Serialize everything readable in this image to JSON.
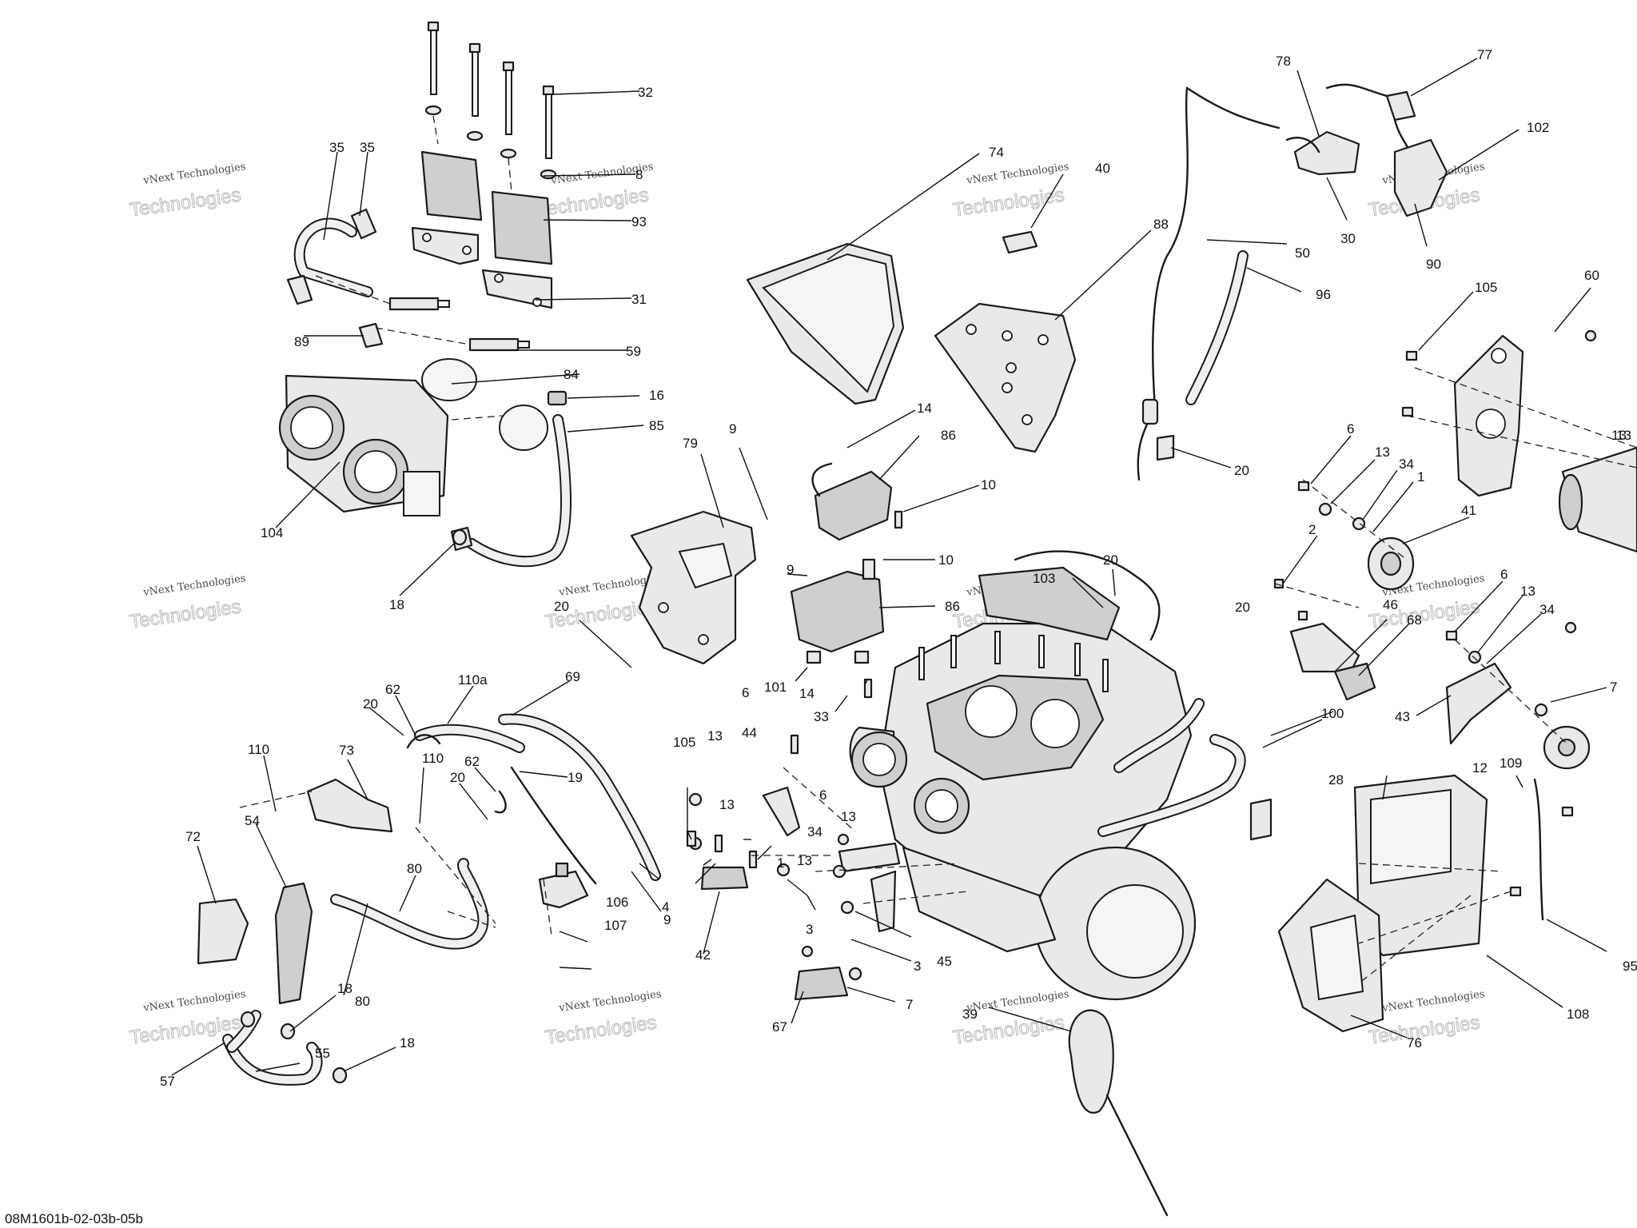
{
  "document_id": "08M1601b-02-03b-05b",
  "watermark": {
    "line1": "vNext Technologies",
    "line2": "Technologies"
  },
  "callouts": [
    {
      "id": "c32",
      "label": "32"
    },
    {
      "id": "c8",
      "label": "8"
    },
    {
      "id": "c93",
      "label": "93"
    },
    {
      "id": "c31",
      "label": "31"
    },
    {
      "id": "c35a",
      "label": "35"
    },
    {
      "id": "c35b",
      "label": "35"
    },
    {
      "id": "c89",
      "label": "89"
    },
    {
      "id": "c59",
      "label": "59"
    },
    {
      "id": "c84",
      "label": "84"
    },
    {
      "id": "c16",
      "label": "16"
    },
    {
      "id": "c85",
      "label": "85"
    },
    {
      "id": "c104",
      "label": "104"
    },
    {
      "id": "c18a",
      "label": "18"
    },
    {
      "id": "c74",
      "label": "74"
    },
    {
      "id": "c40",
      "label": "40"
    },
    {
      "id": "c88",
      "label": "88"
    },
    {
      "id": "c14a",
      "label": "14"
    },
    {
      "id": "c86a",
      "label": "86"
    },
    {
      "id": "c10a",
      "label": "10"
    },
    {
      "id": "c10b",
      "label": "10"
    },
    {
      "id": "c86b",
      "label": "86"
    },
    {
      "id": "c79",
      "label": "79"
    },
    {
      "id": "c9a",
      "label": "9"
    },
    {
      "id": "c9b",
      "label": "9"
    },
    {
      "id": "c20a",
      "label": "20"
    },
    {
      "id": "c101",
      "label": "101"
    },
    {
      "id": "c14b",
      "label": "14"
    },
    {
      "id": "c33",
      "label": "33"
    },
    {
      "id": "c78",
      "label": "78"
    },
    {
      "id": "c77",
      "label": "77"
    },
    {
      "id": "c102",
      "label": "102"
    },
    {
      "id": "c30",
      "label": "30"
    },
    {
      "id": "c90",
      "label": "90"
    },
    {
      "id": "c50",
      "label": "50"
    },
    {
      "id": "c96",
      "label": "96"
    },
    {
      "id": "c20b",
      "label": "20"
    },
    {
      "id": "c105a",
      "label": "105"
    },
    {
      "id": "c60",
      "label": "60"
    },
    {
      "id": "c13a",
      "label": "13"
    },
    {
      "id": "c6a",
      "label": "6"
    },
    {
      "id": "c13b",
      "label": "13"
    },
    {
      "id": "c34a",
      "label": "34"
    },
    {
      "id": "c1a",
      "label": "1"
    },
    {
      "id": "c41",
      "label": "41"
    },
    {
      "id": "c2",
      "label": "2"
    },
    {
      "id": "c6b",
      "label": "6"
    },
    {
      "id": "c13c",
      "label": "13"
    },
    {
      "id": "c34b",
      "label": "34"
    },
    {
      "id": "c46",
      "label": "46"
    },
    {
      "id": "c68",
      "label": "68"
    },
    {
      "id": "c43",
      "label": "43"
    },
    {
      "id": "c7a",
      "label": "7"
    },
    {
      "id": "c20c",
      "label": "20"
    },
    {
      "id": "c103",
      "label": "103"
    },
    {
      "id": "c20d",
      "label": "20"
    },
    {
      "id": "c100",
      "label": "100"
    },
    {
      "id": "c62a",
      "label": "62"
    },
    {
      "id": "c110a",
      "label": "110a"
    },
    {
      "id": "c69",
      "label": "69"
    },
    {
      "id": "c20e",
      "label": "20"
    },
    {
      "id": "c110b",
      "label": "110"
    },
    {
      "id": "c73",
      "label": "73"
    },
    {
      "id": "c110c",
      "label": "110"
    },
    {
      "id": "c62b",
      "label": "62"
    },
    {
      "id": "c20f",
      "label": "20"
    },
    {
      "id": "c19",
      "label": "19"
    },
    {
      "id": "c72",
      "label": "72"
    },
    {
      "id": "c54",
      "label": "54"
    },
    {
      "id": "c6c",
      "label": "6"
    },
    {
      "id": "c105b",
      "label": "105"
    },
    {
      "id": "c13d",
      "label": "13"
    },
    {
      "id": "c44",
      "label": "44"
    },
    {
      "id": "c13e",
      "label": "13"
    },
    {
      "id": "c6d",
      "label": "6"
    },
    {
      "id": "c13f",
      "label": "13"
    },
    {
      "id": "c34c",
      "label": "34"
    },
    {
      "id": "c1b",
      "label": "1"
    },
    {
      "id": "c4",
      "label": "4"
    },
    {
      "id": "c13g",
      "label": "13"
    },
    {
      "id": "c3a",
      "label": "3"
    },
    {
      "id": "c3b",
      "label": "3"
    },
    {
      "id": "c45",
      "label": "45"
    },
    {
      "id": "c42",
      "label": "42"
    },
    {
      "id": "c67",
      "label": "67"
    },
    {
      "id": "c7b",
      "label": "7"
    },
    {
      "id": "c80a",
      "label": "80"
    },
    {
      "id": "c80b",
      "label": "80"
    },
    {
      "id": "c106",
      "label": "106"
    },
    {
      "id": "c107",
      "label": "107"
    },
    {
      "id": "c9c",
      "label": "9"
    },
    {
      "id": "c18b",
      "label": "18"
    },
    {
      "id": "c55",
      "label": "55"
    },
    {
      "id": "c57",
      "label": "57"
    },
    {
      "id": "c18c",
      "label": "18"
    },
    {
      "id": "c28",
      "label": "28"
    },
    {
      "id": "c12",
      "label": "12"
    },
    {
      "id": "c109",
      "label": "109"
    },
    {
      "id": "c95",
      "label": "95"
    },
    {
      "id": "c108",
      "label": "108"
    },
    {
      "id": "c76",
      "label": "76"
    },
    {
      "id": "c39",
      "label": "39"
    },
    {
      "id": "c13h",
      "label": "13"
    }
  ]
}
